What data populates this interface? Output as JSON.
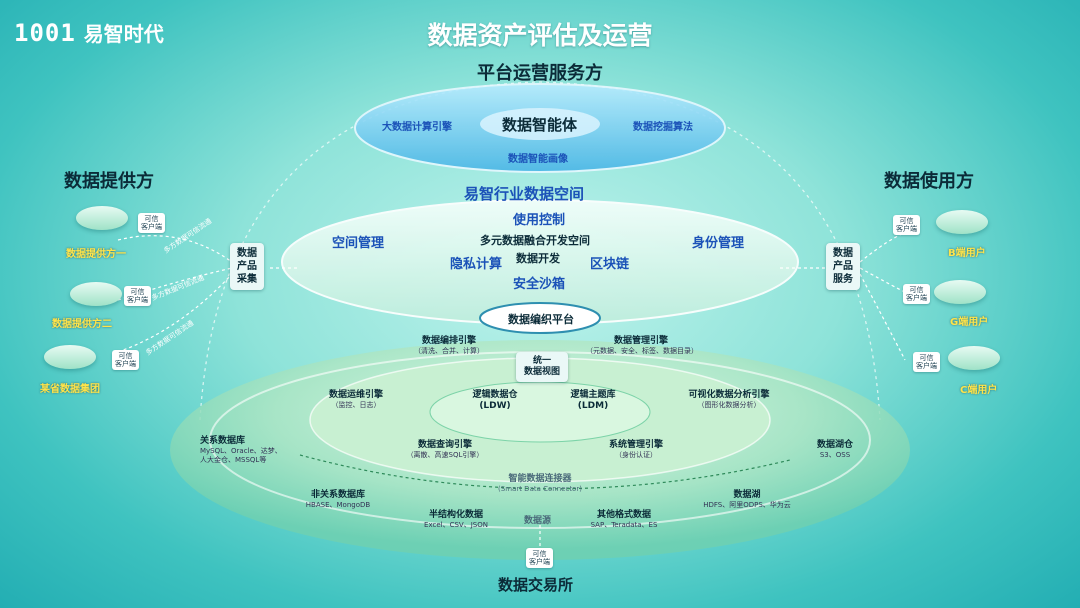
{
  "brand": {
    "mark": "1001",
    "name": "易智时代"
  },
  "title": "数据资产评估及运营",
  "platform": {
    "label": "平台运营服务方"
  },
  "top_disk": {
    "center": "数据智能体",
    "left": "大数据计算引擎",
    "right": "数据挖掘算法",
    "bottom": "数据智能画像"
  },
  "space": {
    "name": "易智行业数据空间",
    "items": [
      "使用控制",
      "空间管理",
      "身份管理",
      "多元数据融合开发空间",
      "隐私计算",
      "数据开发",
      "区块链",
      "安全沙箱"
    ],
    "hub": "数据编织平台"
  },
  "provider": {
    "title": "数据提供方",
    "items": [
      "数据提供方一",
      "数据提供方二",
      "某省数据集团"
    ],
    "trusted_client": "可信\n客户端",
    "collect": "数据\n产品\n采集",
    "flow_label": "多方数据可信流通"
  },
  "consumer": {
    "title": "数据使用方",
    "items": [
      "B端用户",
      "G端用户",
      "C端用户"
    ],
    "trusted_client": "可信\n客户端",
    "service": "数据\n产品\n服务"
  },
  "engines": {
    "orchestration": {
      "name": "数据编排引擎",
      "desc": "（清洗、合并、计算）"
    },
    "governance": {
      "name": "数据管理引擎",
      "desc": "（元数据、安全、标签、数据目录）"
    },
    "unified_view": "统一\n数据视图",
    "ops": {
      "name": "数据运维引擎",
      "desc": "（监控、日志）"
    },
    "ldw": {
      "name": "逻辑数据仓",
      "sub": "(LDW)"
    },
    "ldm": {
      "name": "逻辑主题库",
      "sub": "(LDM)"
    },
    "viz": {
      "name": "可视化数据分析引擎",
      "desc": "（图形化数据分析）"
    },
    "query": {
      "name": "数据查询引擎",
      "desc": "（离散、高速SQL引擎）"
    },
    "sysmgmt": {
      "name": "系统管理引擎",
      "desc": "（身份认证）"
    },
    "connector": {
      "name": "智能数据连接器",
      "sub": "(Smart Data Connector)"
    }
  },
  "sources": {
    "relational": {
      "name": "关系数据库",
      "desc": "MySQL、Oracle、达梦、\n人大金仓、MSSQL等"
    },
    "nonrelational": {
      "name": "非关系数据库",
      "desc": "HBASE、MongoDB"
    },
    "semi": {
      "name": "半结构化数据",
      "desc": "Excel、CSV、JSON"
    },
    "datasource": "数据源",
    "other": {
      "name": "其他格式数据",
      "desc": "SAP、Teradata、ES"
    },
    "lake": {
      "name": "数据湖",
      "desc": "HDFS、阿里ODPS、华为云"
    },
    "lakehouse": {
      "name": "数据湖仓",
      "desc": "S3、OSS"
    }
  },
  "exchange": {
    "title": "数据交易所",
    "client": "可信\n客户端"
  },
  "colors": {
    "accent": "#ffe44a",
    "title": "#ffffff",
    "text": "#0b2b38"
  }
}
